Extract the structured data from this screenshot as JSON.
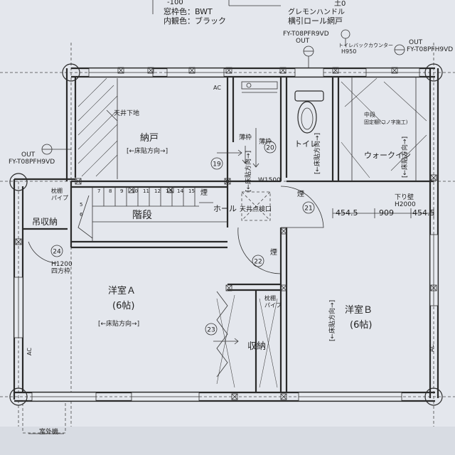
{
  "header": {
    "top_partial": "-100",
    "frame_color": "窓枠色：BWT",
    "inner_color": "内観色：ブラック",
    "handle": "グレモンハンドル",
    "screen": "横引ロール網戸",
    "top_right_partial": "土0"
  },
  "vents": {
    "left": {
      "model": "FY-T08PFH9VD",
      "out": "OUT"
    },
    "top_center": {
      "model": "FY-T08PFR9VD",
      "out": "OUT"
    },
    "top_right": {
      "model": "FY-T08PFH9VD",
      "out": "OUT"
    }
  },
  "toilet_counter": {
    "label": "トイレバックカウンター",
    "height": "H950"
  },
  "rooms": {
    "nando": "納戸",
    "tenjo_shita": "天井下地",
    "kaidan": "階段",
    "hall": "ホール",
    "tenjo_tenken": "天井点検口",
    "toilet": "トイレ",
    "walkin": "ウォークイン",
    "chudan": "中段",
    "kotei": "固定棚(コノ字施工)",
    "youshitsu_a": "洋室Ａ",
    "youshitsu_a_size": "(6帖)",
    "youshitsu_b": "洋室Ｂ",
    "youshitsu_b_size": "(6帖)",
    "shuno": "収納",
    "tsurishuno": "吊収納",
    "shitsugaiki": "室外機",
    "sagarikabe": "下り壁",
    "sagarikabe_h": "H2000"
  },
  "floor_dir": {
    "nando": "[←床貼方向→]",
    "toilet": "[←床貼方向→]",
    "walkin": "[←床貼方向→]",
    "a": "[←床貼方向→]",
    "b": "[←床貼方向→]",
    "hall": "[←床貼方向→]"
  },
  "misc": {
    "usuwaku1": "薄枠",
    "usuwaku2": "薄枠",
    "w1500": "W1500",
    "kemuri": "煙",
    "pipe": "パイプ",
    "makura_pipe": "枕棚",
    "ac": "AC",
    "h1200": "H1200",
    "shiho": "四方枠",
    "ac2": "AC"
  },
  "dims": [
    "454.5",
    "909",
    "454.5"
  ],
  "stair_steps": [
    "7",
    "8",
    "9",
    "10",
    "11",
    "12",
    "13",
    "14",
    "15"
  ],
  "stair_steps_top": [
    "5",
    "6"
  ],
  "door_numbers": [
    "19",
    "20",
    "21",
    "22",
    "23",
    "24"
  ]
}
